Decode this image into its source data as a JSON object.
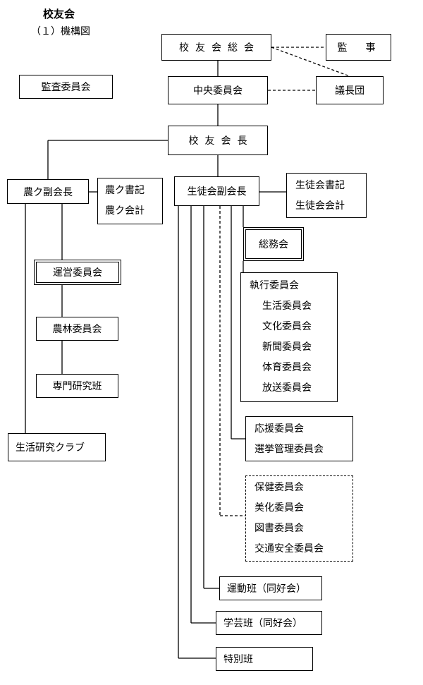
{
  "heading": "校友会",
  "subheading": "（１）機構図",
  "boxes": {
    "general_meeting": "校友会総会",
    "auditor": "監　事",
    "central_committee": "中央委員会",
    "chair_group": "議長団",
    "audit_committee": "監査委員会",
    "president": "校友会長",
    "agri_vp": "農ク副会長",
    "agri_secretary": "農ク書記",
    "agri_accountant": "農ク会計",
    "student_vp": "生徒会副会長",
    "student_secretary": "生徒会書記",
    "student_accountant": "生徒会会計",
    "general_affairs": "総務会",
    "operations_committee": "運営委員会",
    "forestry_committee": "農林委員会",
    "specialized_research": "専門研究班",
    "life_research_club": "生活研究クラブ",
    "executive_committee": "執行委員会",
    "executive_items": [
      "生活委員会",
      "文化委員会",
      "新聞委員会",
      "体育委員会",
      "放送委員会"
    ],
    "support_items": [
      "応援委員会",
      "選挙管理委員会"
    ],
    "other_items": [
      "保健委員会",
      "美化委員会",
      "図書委員会",
      "交通安全委員会"
    ],
    "sports_clubs": "運動班（同好会）",
    "arts_clubs": "学芸班（同好会）",
    "special_group": "特別班"
  }
}
